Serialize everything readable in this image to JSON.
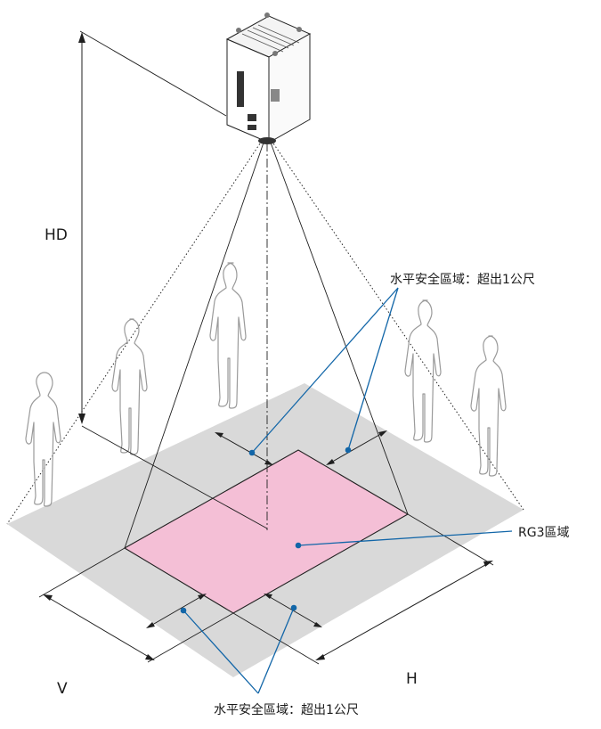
{
  "labels": {
    "hd": "HD",
    "v": "V",
    "h": "H",
    "rg3": "RG3區域",
    "safe_top": "水平安全區域：超出1公尺",
    "safe_bottom": "水平安全區域：超出1公尺"
  },
  "colors": {
    "floor": "#d9d9d9",
    "rg3_zone": "#f4bfd6",
    "rg3_border": "#222222",
    "leader": "#1266a8",
    "person_outline": "#9a9a9a"
  },
  "icons": [
    "projector-icon",
    "person-figure-icon"
  ]
}
